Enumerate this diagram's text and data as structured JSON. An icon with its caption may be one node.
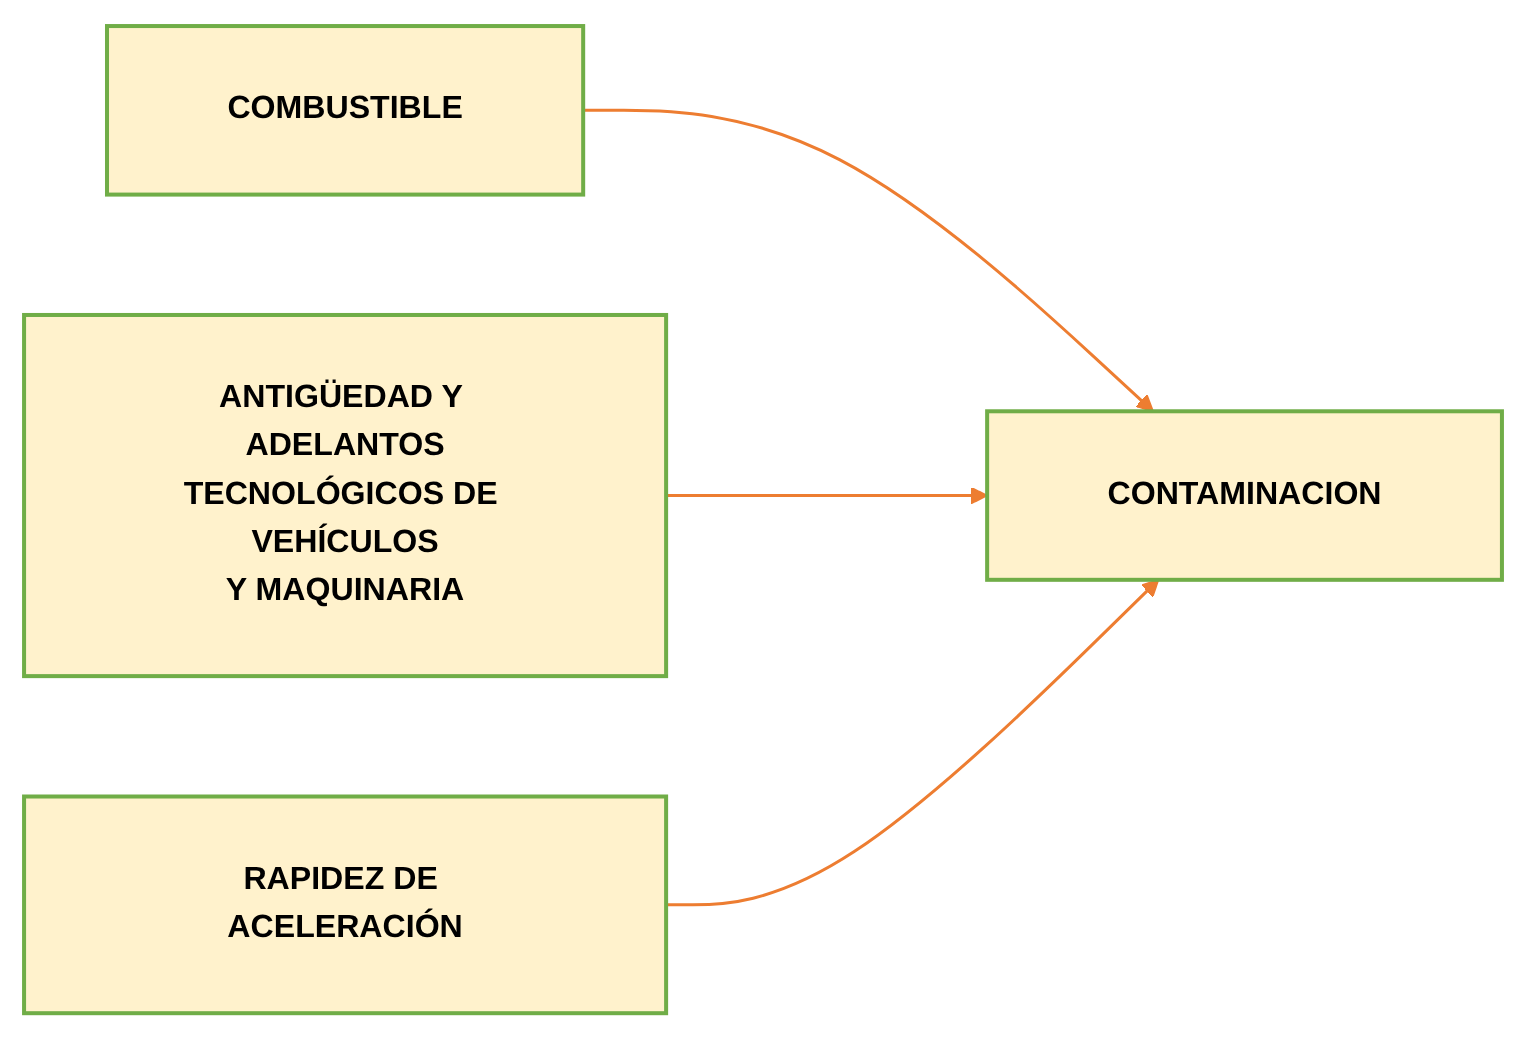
{
  "diagram": {
    "nodes": [
      {
        "text": [
          "COMBUSTIBLE"
        ]
      },
      {
        "text": [
          "ANTIGÜEDAD Y ADELANTOS TECNOLÓGICOS DE VEHÍCULOS Y MAQUINARIA"
        ]
      },
      {
        "text": [
          "RAPIDEZ DE ACELERACIÓN"
        ]
      },
      {
        "text": [
          "CONTAMINACION"
        ]
      }
    ],
    "edges": [
      {
        "from": 0,
        "to": 3,
        "arrow": "to"
      },
      {
        "from": 1,
        "to": 3,
        "arrow": "to"
      },
      {
        "from": 2,
        "to": 3,
        "arrow": "to"
      }
    ]
  }
}
